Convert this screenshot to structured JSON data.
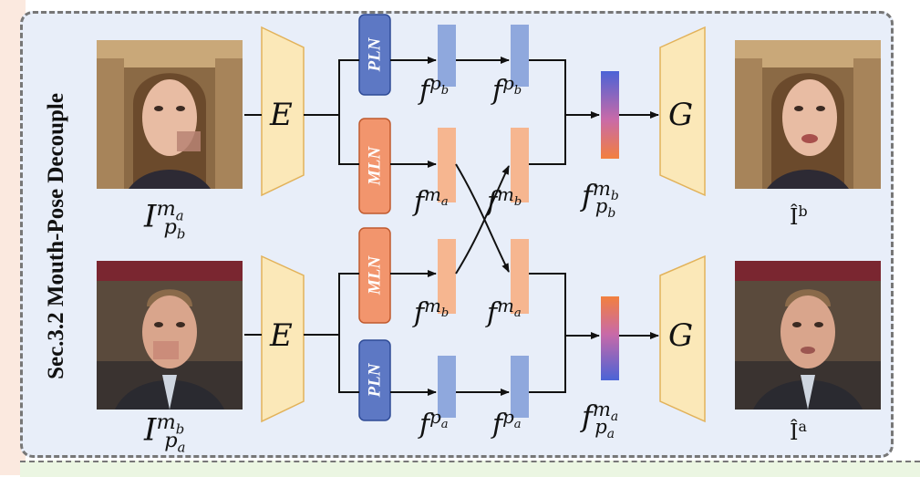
{
  "section_title": "Sec.3.2 Mouth-Pose Decouple",
  "encoder_label": "E",
  "generator_label": "G",
  "modules": {
    "pose": "PLN",
    "mouth": "MLN"
  },
  "colors": {
    "panel_bg": "#e8eef9",
    "encoder_fill": "#fbe8b8",
    "pose_blue": "#5d78c4",
    "pose_feature": "#8fa8dd",
    "mouth_orange": "#f2956d",
    "mouth_feature": "#f6b690"
  },
  "top": {
    "input_label": {
      "base": "I",
      "sup": "m",
      "sup_sub": "a",
      "sub": "p",
      "sub_sub": "b"
    },
    "feat_pose_1": {
      "base": "f",
      "sup": "p",
      "sup_sub": "b"
    },
    "feat_pose_2": {
      "base": "f",
      "sup": "p",
      "sup_sub": "b"
    },
    "feat_mouth_1": {
      "base": "f",
      "sup": "m",
      "sup_sub": "a"
    },
    "feat_mouth_2": {
      "base": "f",
      "sup": "m",
      "sup_sub": "b"
    },
    "fused": {
      "base": "f",
      "sup": "m",
      "sup_sub": "b",
      "sub": "p",
      "sub_sub": "b"
    },
    "output_label": {
      "base": "Î",
      "sup": "b"
    }
  },
  "bottom": {
    "input_label": {
      "base": "I",
      "sup": "m",
      "sup_sub": "b",
      "sub": "p",
      "sub_sub": "a"
    },
    "feat_mouth_1": {
      "base": "f",
      "sup": "m",
      "sup_sub": "b"
    },
    "feat_mouth_2": {
      "base": "f",
      "sup": "m",
      "sup_sub": "a"
    },
    "feat_pose_1": {
      "base": "f",
      "sup": "p",
      "sup_sub": "a"
    },
    "feat_pose_2": {
      "base": "f",
      "sup": "p",
      "sup_sub": "a"
    },
    "fused": {
      "base": "f",
      "sup": "m",
      "sup_sub": "a",
      "sub": "p",
      "sub_sub": "a"
    },
    "output_label": {
      "base": "Î",
      "sup": "a"
    }
  }
}
